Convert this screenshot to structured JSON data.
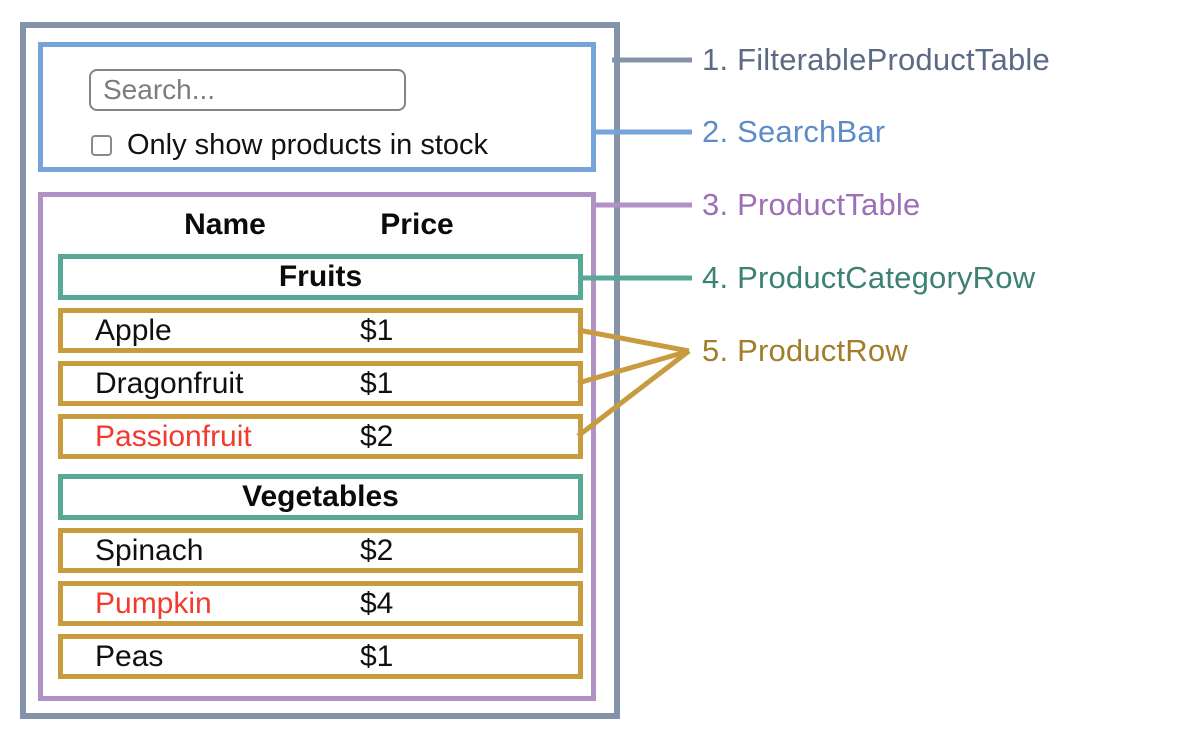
{
  "search_bar": {
    "placeholder": "Search...",
    "checkbox_label": "Only show products in stock",
    "checkbox_checked": false
  },
  "table": {
    "headers": [
      "Name",
      "Price"
    ],
    "categories": [
      {
        "name": "Fruits",
        "rows": [
          {
            "name": "Apple",
            "price": "$1",
            "out_of_stock": false
          },
          {
            "name": "Dragonfruit",
            "price": "$1",
            "out_of_stock": false
          },
          {
            "name": "Passionfruit",
            "price": "$2",
            "out_of_stock": true
          }
        ]
      },
      {
        "name": "Vegetables",
        "rows": [
          {
            "name": "Spinach",
            "price": "$2",
            "out_of_stock": false
          },
          {
            "name": "Pumpkin",
            "price": "$4",
            "out_of_stock": true
          },
          {
            "name": "Peas",
            "price": "$1",
            "out_of_stock": false
          }
        ]
      }
    ]
  },
  "legend": [
    {
      "label": "1. FilterableProductTable",
      "color": "#5c6a85"
    },
    {
      "label": "2. SearchBar",
      "color": "#5c8dc9"
    },
    {
      "label": "3. ProductTable",
      "color": "#9c6fb6"
    },
    {
      "label": "4. ProductCategoryRow",
      "color": "#3c8172"
    },
    {
      "label": "5. ProductRow",
      "color": "#a27e2a"
    }
  ],
  "colors": {
    "outer_border": "#8593a9",
    "searchbar_border": "#75a3da",
    "producttable_border": "#b291c5",
    "category_border": "#59a896",
    "product_border": "#c89c3e",
    "out_of_stock_text": "#f23a2e",
    "input_border": "#848484",
    "placeholder_text": "#7d7d7d",
    "checkbox_border": "#8a8a8a"
  }
}
